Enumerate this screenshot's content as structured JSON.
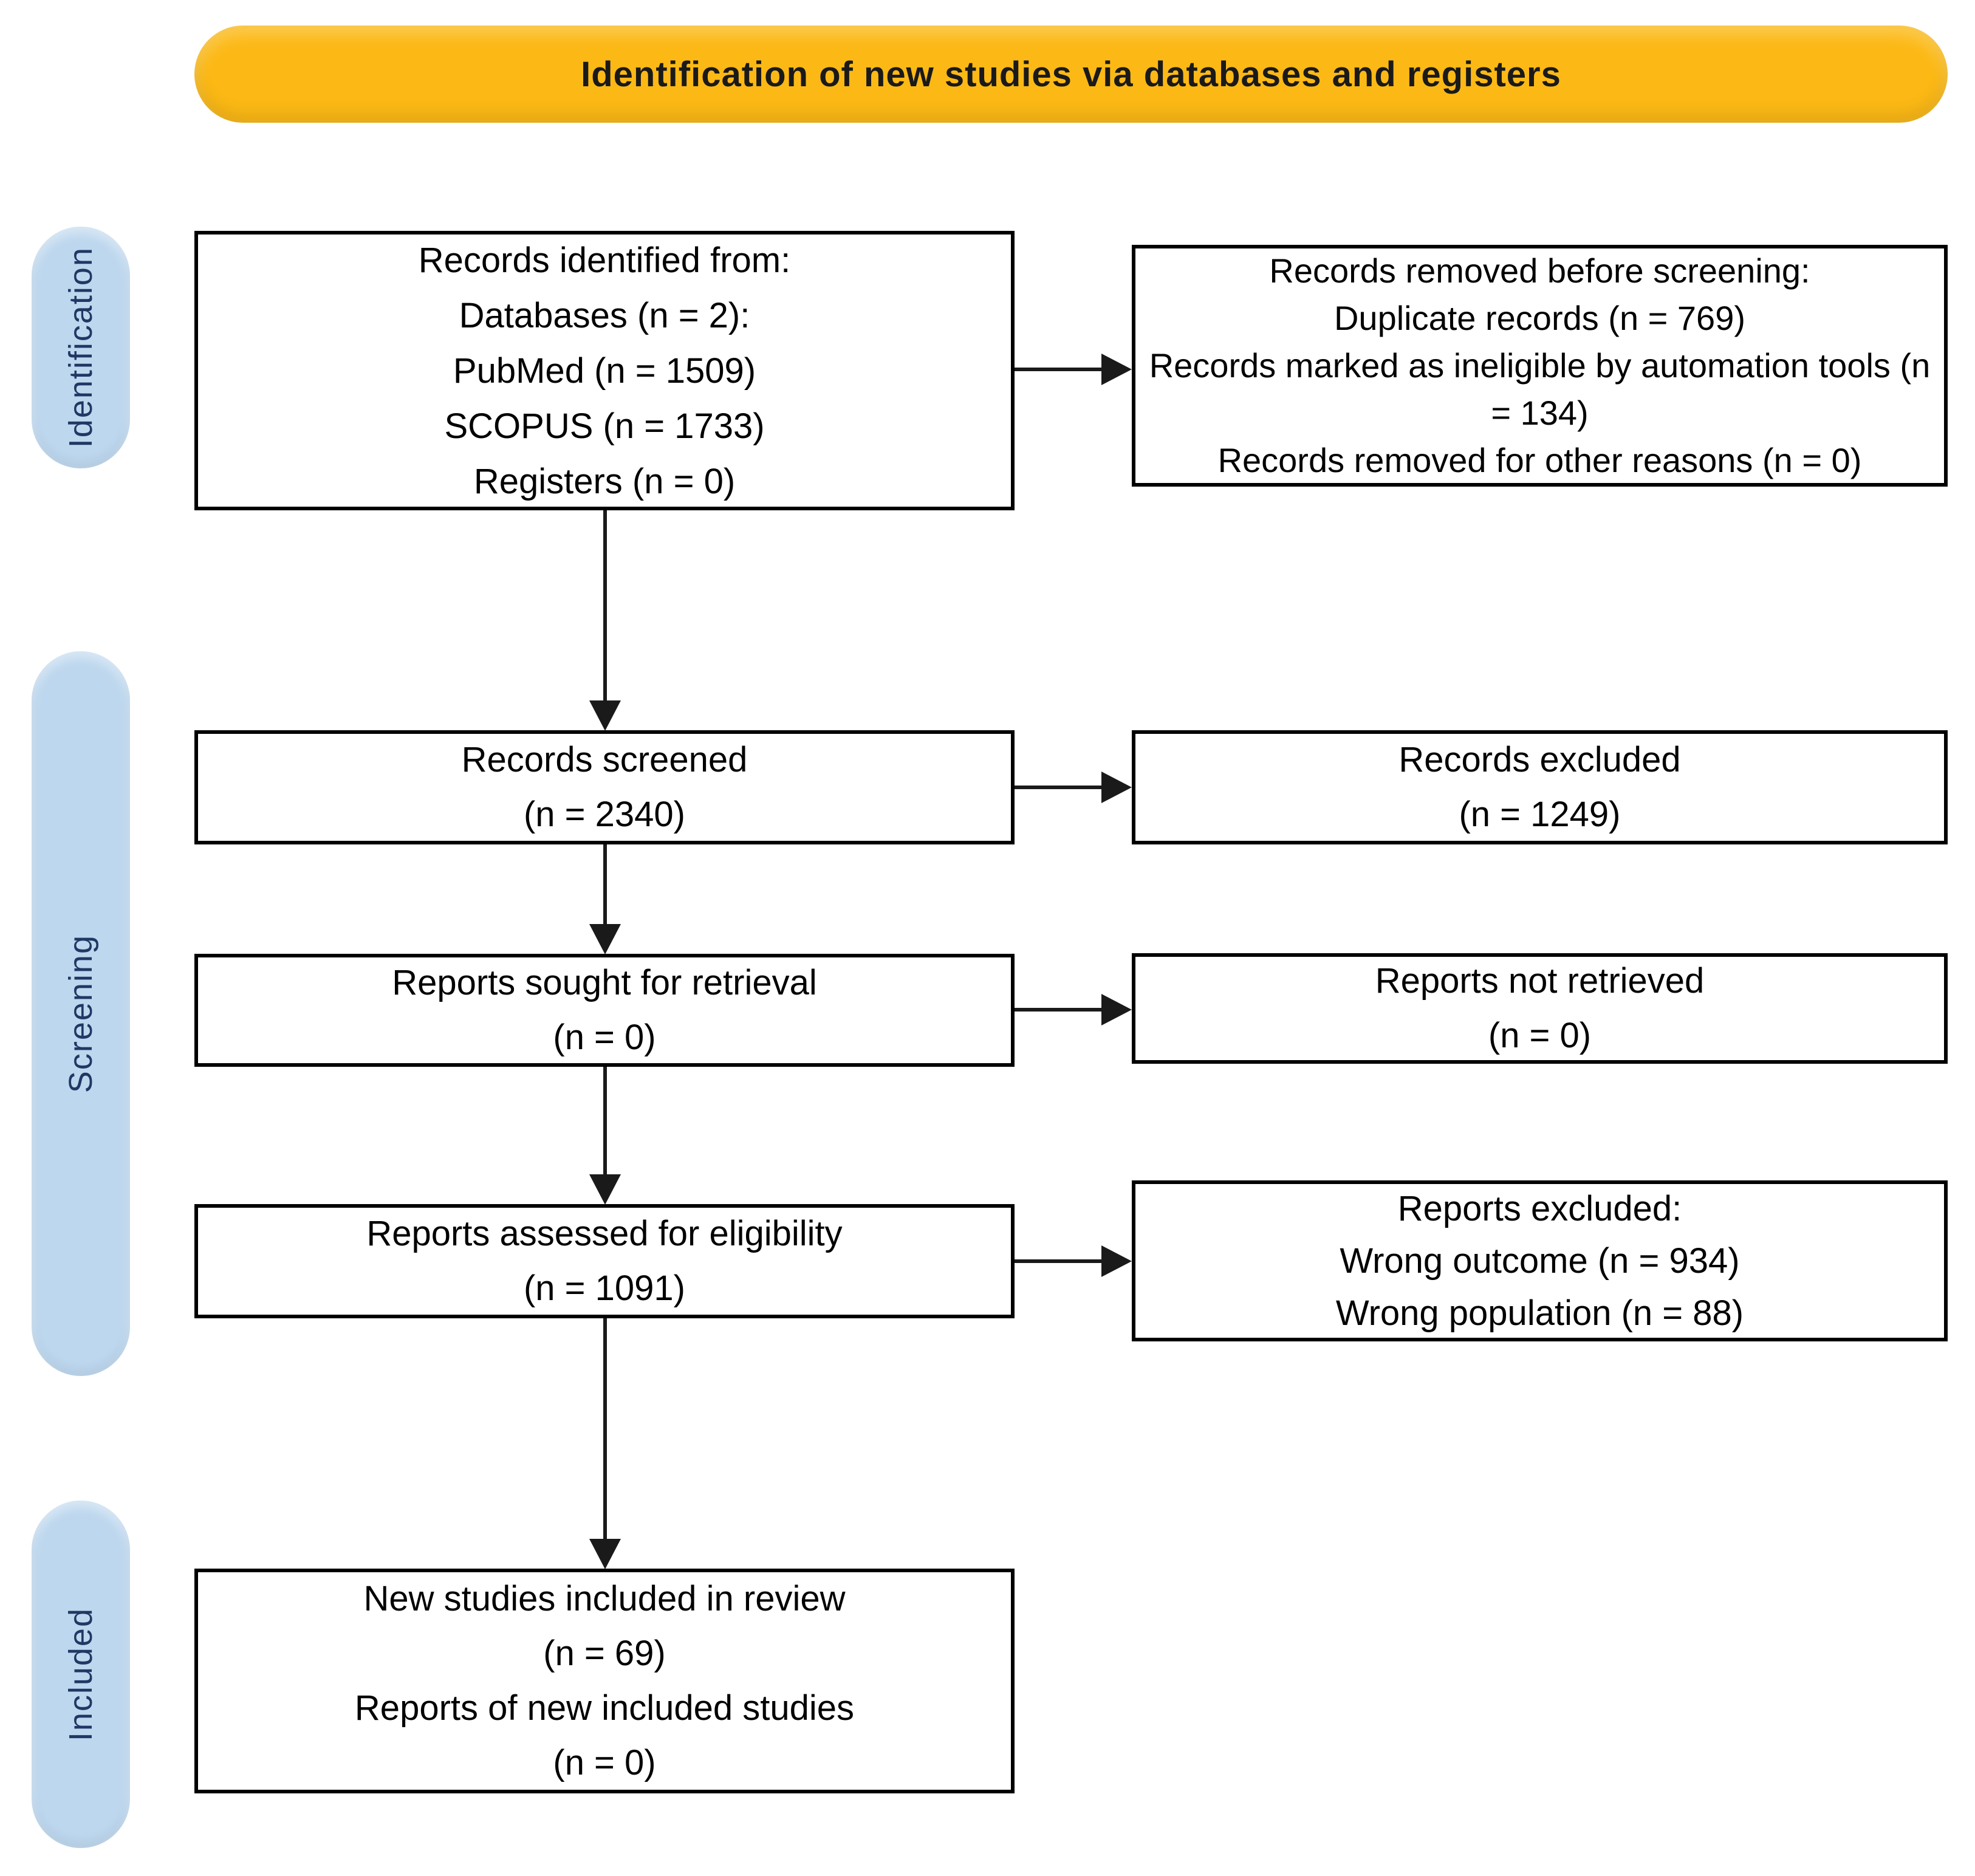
{
  "colors": {
    "banner_bg": "#FCB915",
    "stage_bg": "#BDD7EE",
    "stage_text": "#1F3864",
    "box_border": "#000000",
    "arrow_color": "#1A1A1A",
    "box_text": "#000000"
  },
  "banner": {
    "title": "Identification of new studies via databases and registers"
  },
  "stages": [
    {
      "id": "identification",
      "label": "Identification"
    },
    {
      "id": "screening",
      "label": "Screening"
    },
    {
      "id": "included",
      "label": "Included"
    }
  ],
  "boxes": {
    "records_identified": {
      "lines": [
        "Records identified from:",
        "Databases (n = 2):",
        "PubMed (n = 1509)",
        "SCOPUS (n = 1733)",
        "Registers (n = 0)"
      ]
    },
    "records_removed": {
      "lines": [
        "Records removed before screening:",
        "Duplicate records (n = 769)",
        "Records marked as ineligible by automation tools (n = 134)",
        "Records removed for other reasons (n = 0)"
      ]
    },
    "records_screened": {
      "lines": [
        "Records screened",
        "(n = 2340)"
      ]
    },
    "records_excluded": {
      "lines": [
        "Records excluded",
        "(n = 1249)"
      ]
    },
    "reports_sought": {
      "lines": [
        "Reports sought for retrieval",
        "(n = 0)"
      ]
    },
    "reports_not_retrieved": {
      "lines": [
        "Reports not retrieved",
        "(n = 0)"
      ]
    },
    "reports_assessed": {
      "lines": [
        "Reports assessed for eligibility",
        "(n = 1091)"
      ]
    },
    "reports_excluded": {
      "lines": [
        "Reports excluded:",
        "Wrong outcome (n = 934)",
        "Wrong population (n = 88)"
      ]
    },
    "new_studies_included": {
      "lines": [
        "New studies included in review",
        "(n = 69)",
        "Reports of new included studies",
        "(n = 0)"
      ]
    }
  }
}
